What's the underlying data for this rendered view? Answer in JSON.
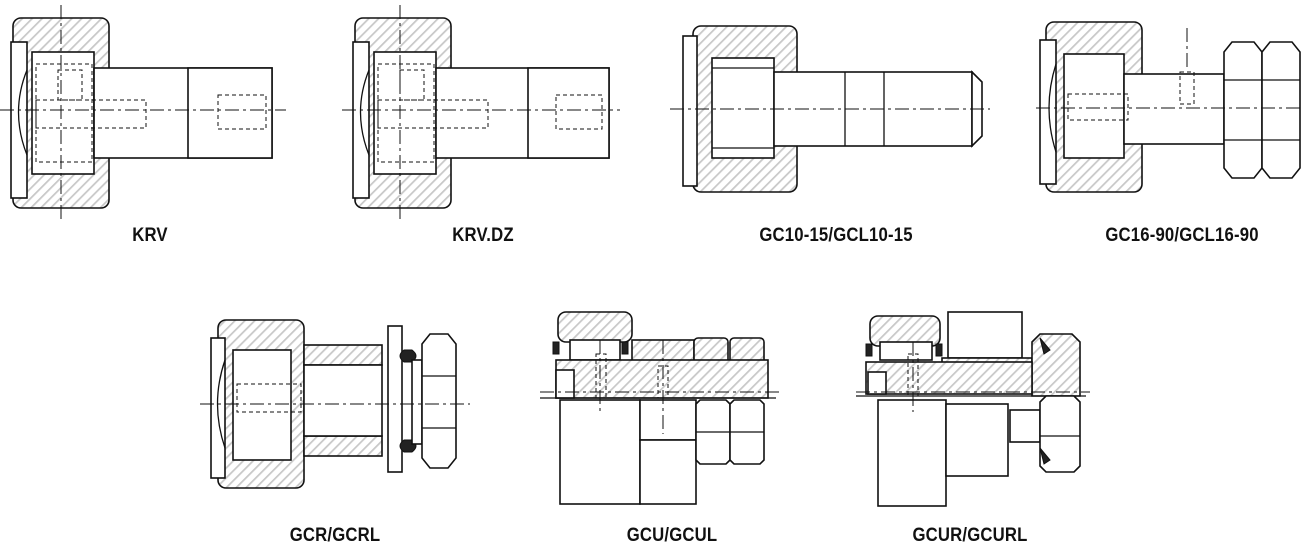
{
  "figure": {
    "colors": {
      "ink": "#111111",
      "hatch": "#c8c8c8",
      "background": "#ffffff"
    },
    "models": [
      {
        "id": "krv",
        "label": "KRV",
        "stud": "threaded"
      },
      {
        "id": "krv-dz",
        "label": "KRV.DZ",
        "stud": "threaded"
      },
      {
        "id": "gc10-15",
        "label": "GC10-15/GCL10-15",
        "stud": "threaded"
      },
      {
        "id": "gc16-90",
        "label": "GC16-90/GCL16-90",
        "stud": "hex-nut"
      },
      {
        "id": "gcr",
        "label": "GCR/GCRL",
        "stud": "nut-washer"
      },
      {
        "id": "gcu",
        "label": "GCU/GCUL",
        "stud": "yoke"
      },
      {
        "id": "gcur",
        "label": "GCUR/GCURL",
        "stud": "yoke-nut"
      }
    ]
  }
}
